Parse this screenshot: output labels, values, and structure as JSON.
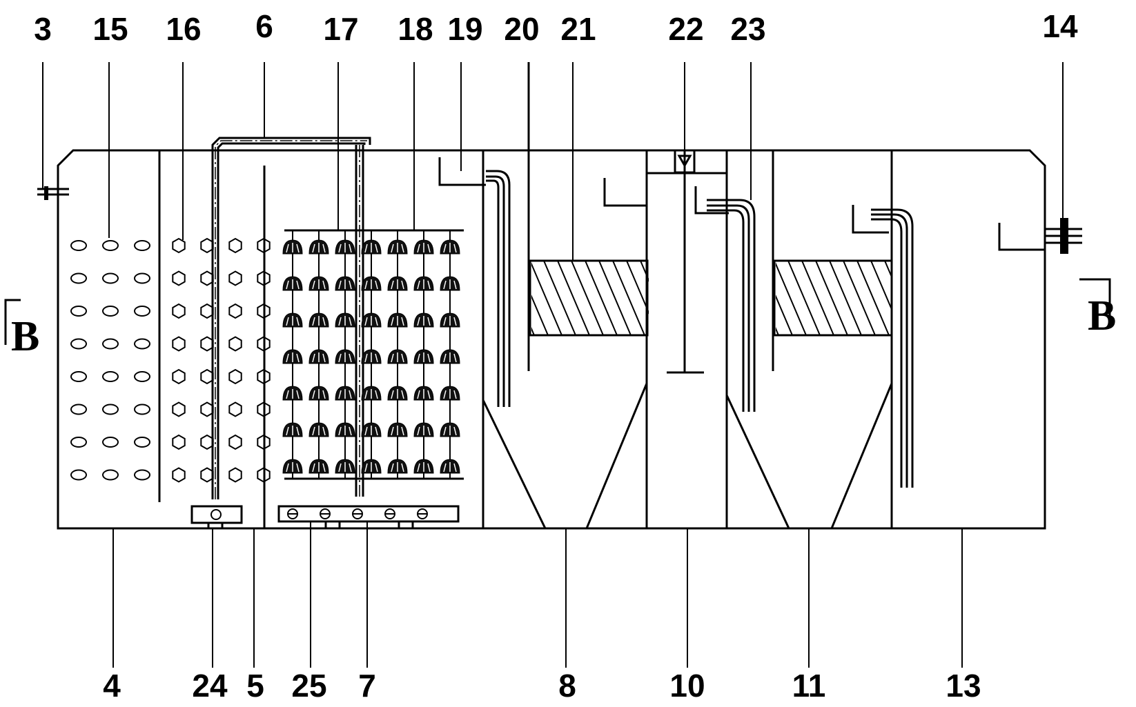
{
  "labels": {
    "top": [
      "3",
      "15",
      "16",
      "6",
      "17",
      "18",
      "19",
      "20",
      "21",
      "22",
      "23",
      "14"
    ],
    "bottom": [
      "4",
      "24",
      "5",
      "25",
      "7",
      "8",
      "10",
      "11",
      "13"
    ]
  },
  "section_mark": "B",
  "components": {
    "ovals_grid": {
      "rows": 8,
      "cols": 3
    },
    "hex_grid": {
      "rows": 8,
      "cols": 4
    },
    "media_grid": {
      "rows": 7,
      "cols": 7
    },
    "aerator_nozzles": 5
  }
}
